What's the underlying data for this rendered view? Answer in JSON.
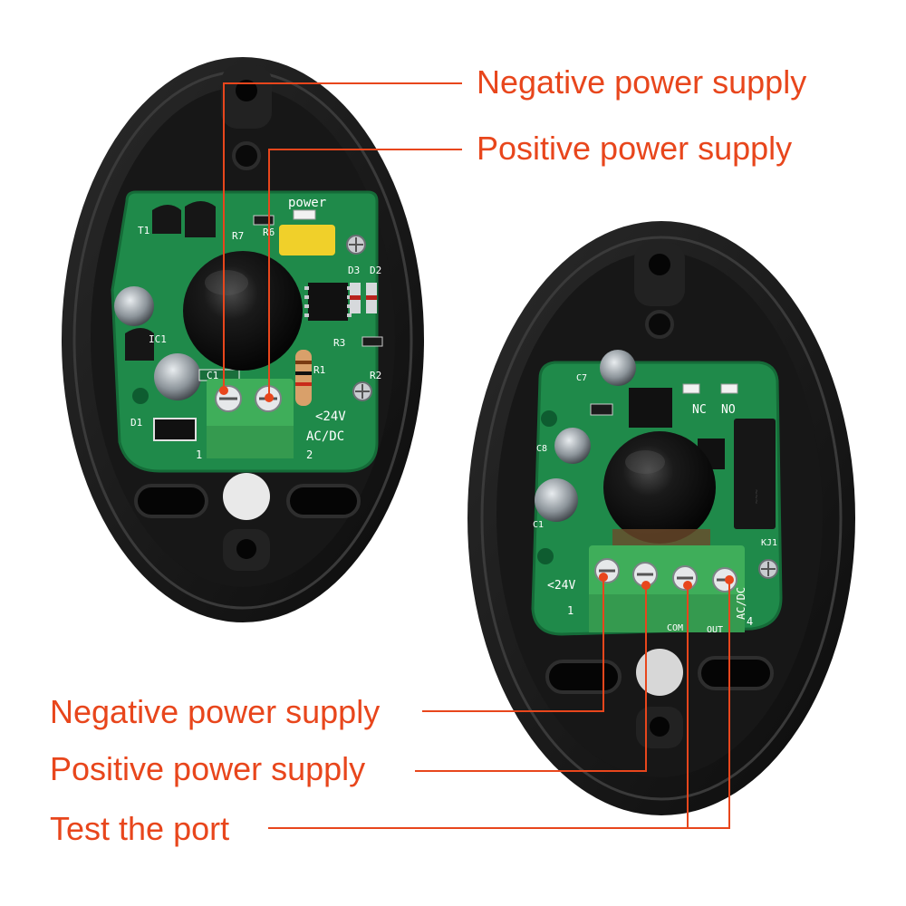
{
  "colors": {
    "callout": "#e8461c",
    "pcb": "#1f8a4a",
    "housing": "#141414",
    "terminal": "#3fae5a",
    "lens": "#0c0c0c"
  },
  "callouts": {
    "top_negative": "Negative power supply",
    "top_positive": "Positive power supply",
    "bottom_negative": "Negative power supply",
    "bottom_positive": "Positive power supply",
    "bottom_test": "Test the port"
  },
  "board_left": {
    "power_label": "power",
    "voltage": "<24V",
    "acdc": "AC/DC",
    "pin1": "1",
    "pin2": "2",
    "t1": "T1",
    "r7": "R7",
    "r6": "R6",
    "d3": "D3",
    "d2": "D2",
    "r3": "R3",
    "r1": "R1",
    "r2": "R2",
    "c1": "C1",
    "ic1": "IC1",
    "d1": "D1"
  },
  "board_right": {
    "nc": "NC",
    "no": "NO",
    "c7": "C7",
    "c8": "C8",
    "c1": "C1",
    "kj1": "KJ1",
    "voltage": "<24V",
    "acdc": "AC/DC",
    "pin1": "1",
    "pin4": "4",
    "com": "COM",
    "out": "OUT"
  }
}
